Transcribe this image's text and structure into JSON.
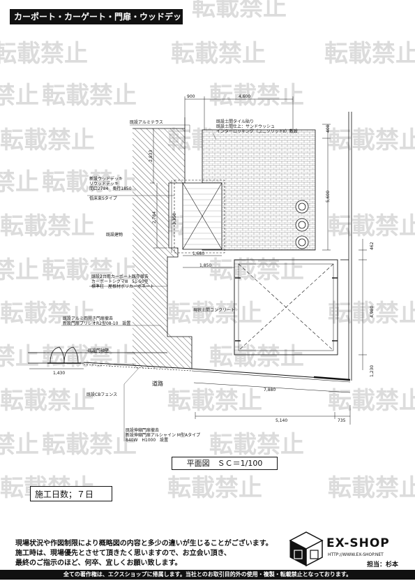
{
  "header": {
    "title": "カーポート・カーゲート・門扉・ウッドデッキ"
  },
  "watermark": {
    "text": "転載禁止"
  },
  "dimensions": {
    "top_left": "900",
    "top_main": "4,600",
    "right_400": "400",
    "right_5600": "5,600",
    "right_462": "462",
    "right_4980": "4,980",
    "right_1230": "1,230",
    "left_2833": "2,833",
    "left_2784": "2,784",
    "left_3350": "3,350",
    "deck_1680": "1,680",
    "deck_1850": "1,850",
    "gate_1430": "1,430",
    "road_7880": "7,880",
    "bottom_5140": "5,140",
    "bottom_735": "735"
  },
  "labels": {
    "terrace": "既設アルミテラス",
    "tile_1": "既設土間タイル貼り",
    "tile_2": "既設土間仕上：サンドウッシュ",
    "tile_3": "インターロッキング（ユニソリッドⅡ）敷設",
    "deck_1": "新設ウッドデッキ",
    "deck_2": "リウッドデッキ",
    "deck_3": "間口2784　奥行1850",
    "deck_4": "低床束Sタイプ",
    "existing_building": "既設建物",
    "carport_1": "既設2台用カーポート既存撤去",
    "carport_2": "カーポートシグマⅢ　51-50型",
    "carport_3": "標準柱　屋根材ポリカーボネート",
    "concrete": "現状土間コンクリート",
    "aluminum_gate_1": "既設アルミ両開き門扉撤去",
    "aluminum_gate_2": "新設門扉プリレオR2型08-10　設置",
    "gate_post": "既設門袖壁",
    "road": "道路",
    "cb_fence": "既設CBフェンス",
    "slide_gate_1": "既設伸縮門扉撤去",
    "slide_gate_2": "新設伸縮門扉アルシャイン M型Aタイプ",
    "slide_gate_3": "840W　H1000　設置"
  },
  "scale": "平面図　ＳＣ＝1/100",
  "work_days": "施工日数；７日",
  "notes": [
    "現場状況や作図制限により概略図の内容と多少の違いが生じることがございます。",
    "施工時は、現場優先とさせて頂きたく思いますので、お立会い頂き、",
    "最終のご指示のほど、何卒、宜しくお願い致します。"
  ],
  "brand": {
    "name": "EX-SHOP",
    "url": "HTTP://WWW.EX-SHOP.NET",
    "staff": "担当：杉本"
  },
  "footer": "全ての著作権は、エクスショップに帰属します。当社とのお取引目的外の使用・複製・転載禁止となっております。",
  "colors": {
    "watermark": "#d9d9d9",
    "line": "#111111",
    "brick": "#8a8a8a"
  }
}
